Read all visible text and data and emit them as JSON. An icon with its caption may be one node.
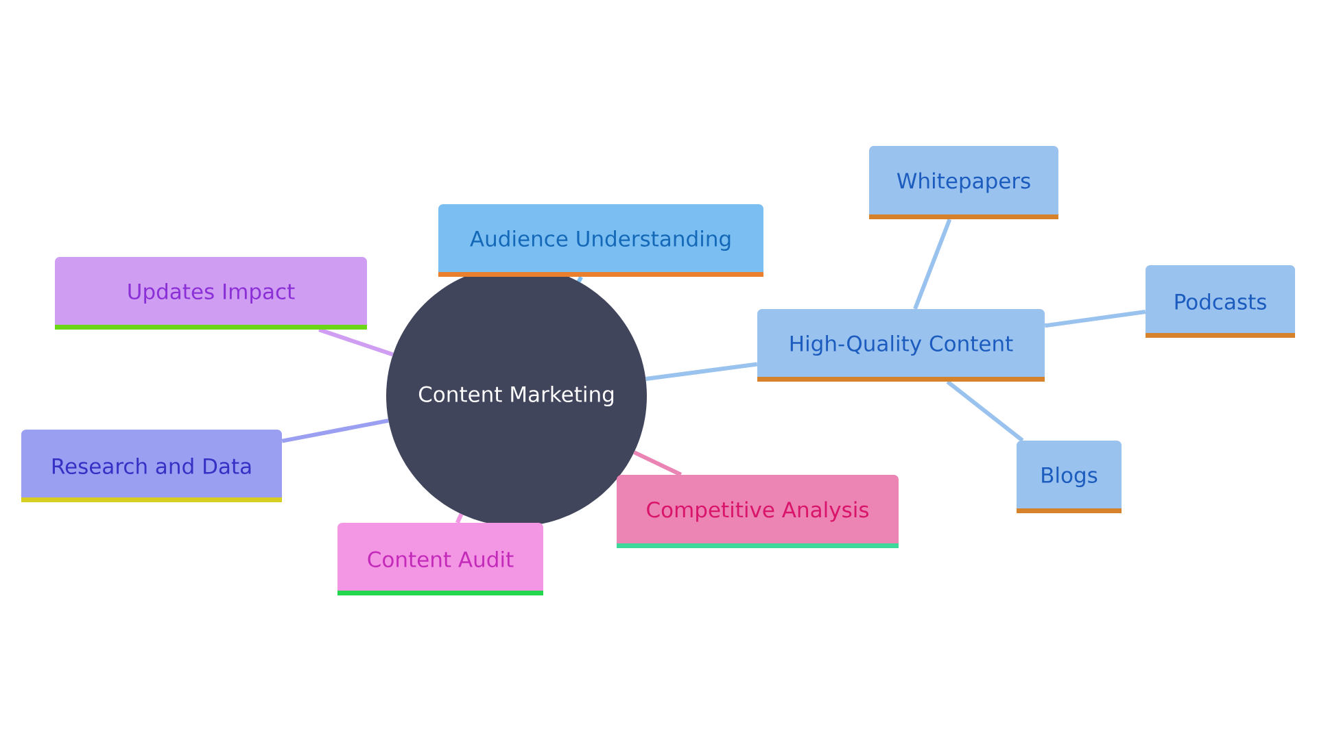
{
  "diagram": {
    "nodes": [
      {
        "text": [
          "Content Marketing"
        ]
      },
      {
        "text": [
          "Audience Understanding"
        ]
      },
      {
        "text": [
          "High-Quality Content"
        ]
      },
      {
        "text": [
          "Whitepapers"
        ]
      },
      {
        "text": [
          "Podcasts"
        ]
      },
      {
        "text": [
          "Blogs"
        ]
      },
      {
        "text": [
          "Competitive Analysis"
        ]
      },
      {
        "text": [
          "Content Audit"
        ]
      },
      {
        "text": [
          "Research and Data"
        ]
      },
      {
        "text": [
          "Updates Impact"
        ]
      }
    ],
    "edges": [
      {
        "from": 0,
        "to": 1,
        "arrow": "none",
        "color": "#7bbff2"
      },
      {
        "from": 0,
        "to": 2,
        "arrow": "none"
      },
      {
        "from": 2,
        "to": 3,
        "arrow": "none"
      },
      {
        "from": 2,
        "to": 4,
        "arrow": "none"
      },
      {
        "from": 2,
        "to": 5,
        "arrow": "none"
      },
      {
        "from": 0,
        "to": 6,
        "arrow": "none",
        "color": "#ea84b4"
      },
      {
        "from": 0,
        "to": 7,
        "arrow": "none",
        "color": "#f296e3"
      },
      {
        "from": 0,
        "to": 8,
        "arrow": "none",
        "color": "#9b9ff2"
      },
      {
        "from": 0,
        "to": 9,
        "arrow": "none",
        "color": "#cf9df2"
      }
    ]
  }
}
